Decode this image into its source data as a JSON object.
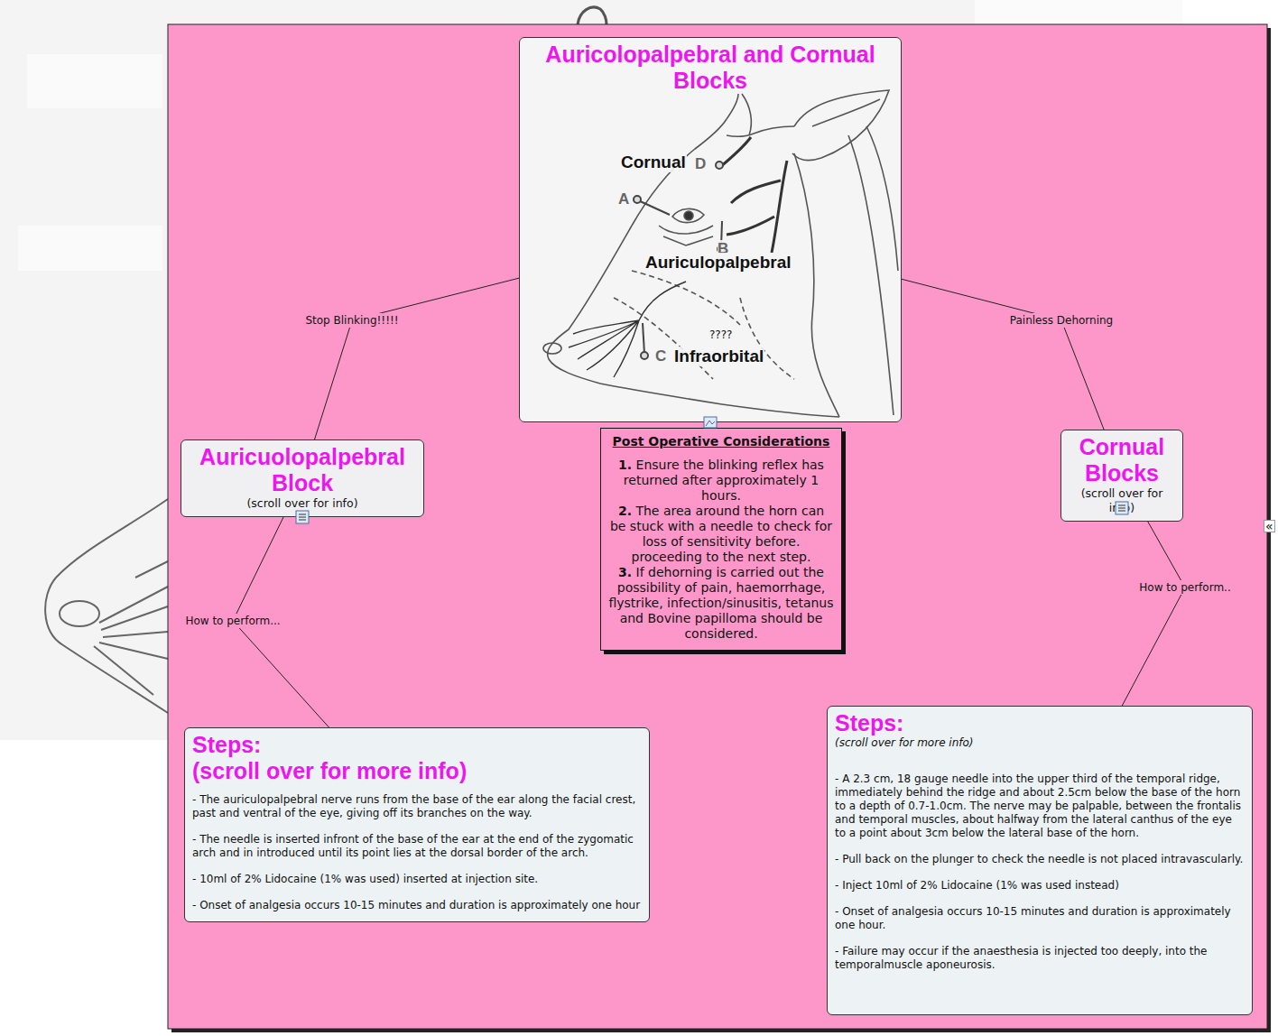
{
  "diagram": {
    "nodes": [
      {
        "text": [
          "Auricolopalpebral and Cornual Blocks"
        ]
      },
      {
        "text": [
          "Auricuolopalpebral Block",
          "(scroll over for info)"
        ]
      },
      {
        "text": [
          "Cornual Blocks",
          "(scroll over for info)"
        ]
      },
      {
        "text": [
          "Post Operative Considerations",
          "1. Ensure the blinking reflex has returned after approximately 1 hours.",
          "2. The area around the horn can be stuck with a needle to check for loss of sensitivity before. proceeding to the next step.",
          "3. If dehorning is carried out the possibility of pain, haemorrhage, flystrike, infection/sinusitis, tetanus and Bovine papilloma should be considered."
        ]
      },
      {
        "text": [
          "Steps:",
          "(scroll over for more info)",
          "- The auriculopalpebral nerve runs from the base of the ear along the facial crest, past and ventral of the eye, giving off its branches on the way.",
          "- The needle is inserted infront of the base of the ear at the end of the zygomatic arch and in introduced until its point lies at the dorsal border of the arch.",
          "- 10ml of 2% Lidocaine (1% was used) inserted at injection site.",
          "- Onset of analgesia occurs 10-15 minutes and duration is approximately one hour"
        ]
      },
      {
        "text": [
          "Steps:",
          "(scroll over for more info)",
          "- A 2.3 cm, 18 gauge needle into the upper third of the temporal ridge, immediately behind the ridge and about 2.5cm below the base of the horn to a depth of 0.7-1.0cm. The nerve may be palpable, between the frontalis and temporal muscles, about halfway from the lateral canthus of the eye to a point about 3cm below the lateral base of the horn.",
          "- Pull back on the plunger to check the needle is not placed intravascularly.",
          "- Inject 10ml of 2% Lidocaine (1% was used instead)",
          "- Onset of analgesia occurs 10-15 minutes and duration is approximately one hour.",
          "- Failure may occur if the anaesthesia is injected too deeply, into the temporalmuscle aponeurosis."
        ]
      }
    ],
    "edges": [
      {
        "from": 0,
        "to": 1,
        "label": "Stop Blinking!!!!!",
        "arrow": "none"
      },
      {
        "from": 0,
        "to": 2,
        "label": "Painless Dehorning",
        "arrow": "none"
      },
      {
        "from": 1,
        "to": 4,
        "label": "How to perform...",
        "arrow": "none"
      },
      {
        "from": 2,
        "to": 5,
        "label": "How to perform..",
        "arrow": "none"
      }
    ],
    "labels": [
      "Cornual",
      "D",
      "A",
      "B",
      "Auriculopalpebral",
      "????",
      "C",
      "Infraorbital",
      "«"
    ]
  }
}
